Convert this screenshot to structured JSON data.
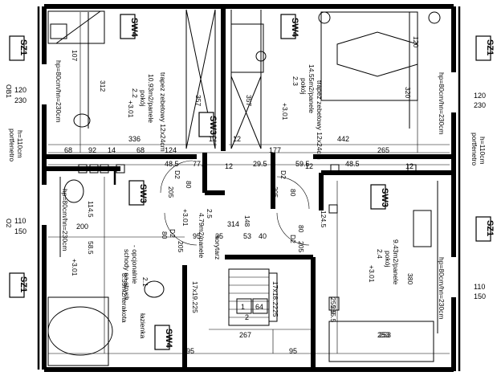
{
  "rooms": {
    "room_22": {
      "num": "2.2",
      "name": "pokój",
      "area": "10.93m2/panele",
      "level": "+3.01",
      "width": "107",
      "length": "312"
    },
    "room_23": {
      "num": "2.3",
      "name": "pokój",
      "area": "14.55m2/panele",
      "level": "+3.01",
      "width": "120",
      "length": "320"
    },
    "room_24": {
      "num": "2.4",
      "name": "pokój",
      "area": "9.43m2/panele",
      "level": "+3.01",
      "width": "253",
      "length": "255.5"
    },
    "room_25": {
      "num": "2.5",
      "name": "korytarz",
      "area": "4.79m2/panele",
      "level": "+3.01"
    },
    "room_21": {
      "num": "2.1",
      "name": "łazienka",
      "area": "8.39m2/terakota",
      "level": "+3.01",
      "note1": "schody na strych",
      "note2": "- opcjonalnie"
    }
  },
  "tags": {
    "sw4_a": "SW4",
    "sw4_b": "SW4",
    "sw4_c": "SW4",
    "sw3_a": "SW3",
    "sw3_b": "SW3",
    "sw3_c": "SW3",
    "sz1_a": "SZ1",
    "sz1_b": "SZ1",
    "sz1_c": "SZ1",
    "sz1_d": "SZ1"
  },
  "doors": {
    "d2_a": {
      "code": "D2",
      "size": "80",
      "height": "205"
    },
    "d2_b": {
      "code": "D2",
      "size": "80",
      "height": "205"
    },
    "d2_c": {
      "code": "D2",
      "size": "80",
      "height": "205"
    },
    "d2_d": {
      "code": "D2",
      "size": "80",
      "height": "205"
    }
  },
  "windows": {
    "ob1": {
      "code": "OB1",
      "w": "120",
      "h": "230"
    },
    "o2": {
      "code": "O2",
      "w": "110",
      "h": "150"
    },
    "o_right": {
      "w": "110",
      "h": "150"
    },
    "portfenetre_left": {
      "label": "portfenetro",
      "height": "h=110cm"
    },
    "portfenetre_right": {
      "label": "portfenetro",
      "height": "h=110cm"
    },
    "portfenetre_top": {
      "w": "120",
      "h": "230"
    }
  },
  "roof_lines": {
    "left_a": "hp=80cm/hn=230cm",
    "left_b": "hp=80cm/hn=230cm",
    "right_a": "hp=80cm/hn=230cm",
    "right_b": "hp=80cm/hn=230cm"
  },
  "beams": {
    "left": "trapez zebetowy 12x24cm",
    "right": "trapez zebetowy 12x24cm"
  },
  "dims": {
    "d_336": "336",
    "d_442": "442",
    "d_265": "265",
    "d_68a": "68",
    "d_68b": "68",
    "d_124": "124",
    "d_12a": "12",
    "d_12b": "12",
    "d_12c": "12",
    "d_12d": "12",
    "d_12e": "12",
    "d_177": "177",
    "d_92": "92",
    "d_14": "14",
    "d_485a": "48.5",
    "d_775": "77.5",
    "d_295": "29.5",
    "d_595": "59.5",
    "d_485b": "48.5",
    "d_200": "200",
    "d_1145": "114.5",
    "d_585": "58.5",
    "d_1245": "124.5",
    "d_314": "314",
    "d_148": "148",
    "d_95a": "95",
    "d_95b": "95",
    "d_95c": "95",
    "d_53": "53",
    "d_40": "40",
    "d_35": "35",
    "d_267": "267",
    "d_253": "253",
    "d_2555": "255.5",
    "d_380": "380",
    "d_1719": "17x19.225",
    "d_1718": "17x18.2225",
    "d_357a": "357",
    "d_357b": "357"
  },
  "stair": {
    "numbers": [
      "1",
      "64",
      "2"
    ]
  }
}
